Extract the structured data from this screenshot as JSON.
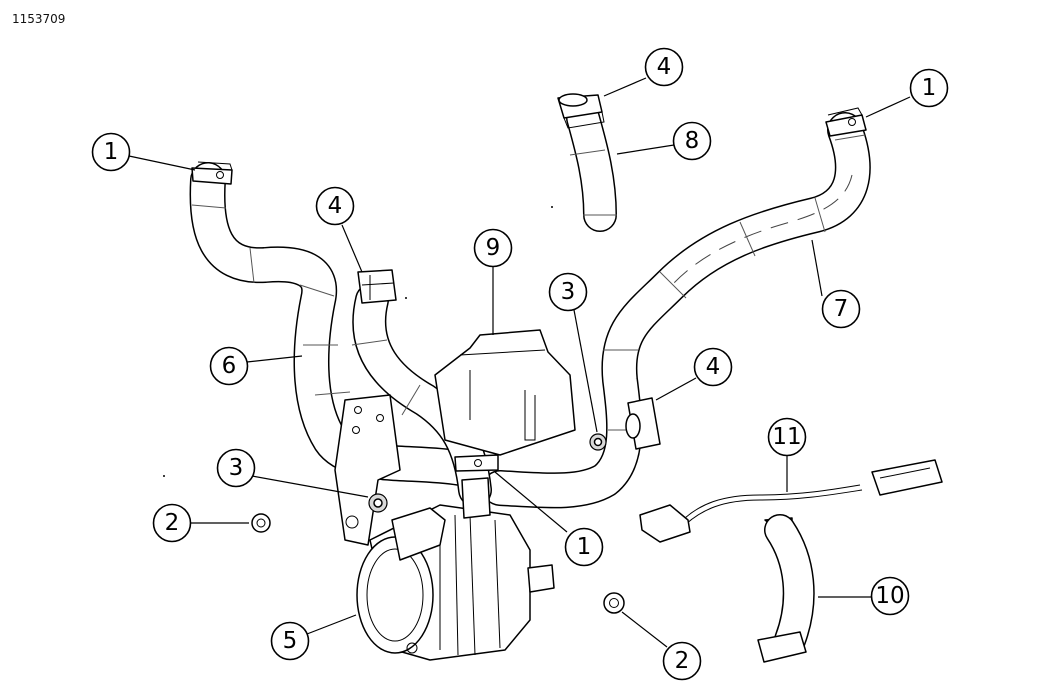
{
  "figure": {
    "reference_id": "1153709"
  },
  "callouts": [
    {
      "id": "c1a",
      "number": "1"
    },
    {
      "id": "c1b",
      "number": "1"
    },
    {
      "id": "c1c",
      "number": "1"
    },
    {
      "id": "c2a",
      "number": "2"
    },
    {
      "id": "c2b",
      "number": "2"
    },
    {
      "id": "c3a",
      "number": "3"
    },
    {
      "id": "c3b",
      "number": "3"
    },
    {
      "id": "c4a",
      "number": "4"
    },
    {
      "id": "c4b",
      "number": "4"
    },
    {
      "id": "c4c",
      "number": "4"
    },
    {
      "id": "c5",
      "number": "5"
    },
    {
      "id": "c6",
      "number": "6"
    },
    {
      "id": "c7",
      "number": "7"
    },
    {
      "id": "c8",
      "number": "8"
    },
    {
      "id": "c9",
      "number": "9"
    },
    {
      "id": "c10",
      "number": "10"
    },
    {
      "id": "c11",
      "number": "11"
    }
  ]
}
